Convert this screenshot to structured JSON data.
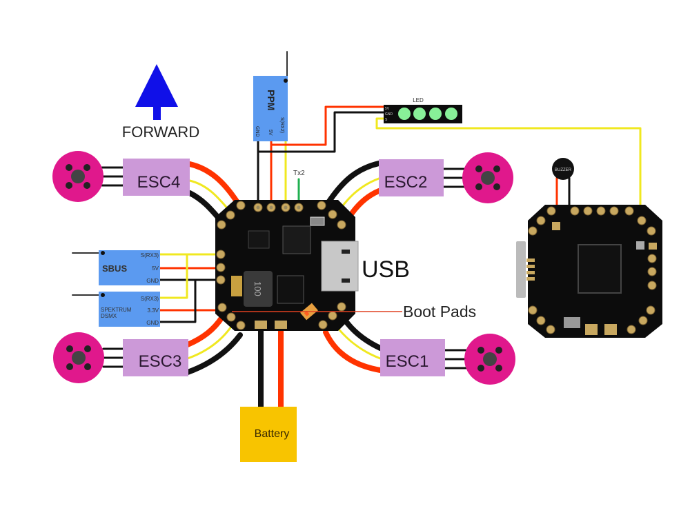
{
  "forward": {
    "label": "FORWARD",
    "arrow_color": "#1010e8"
  },
  "usb": {
    "label": "USB"
  },
  "boot_pads": {
    "label": "Boot Pads"
  },
  "battery": {
    "label": "Battery",
    "color": "#f8c400"
  },
  "tx2": {
    "label": "Tx2"
  },
  "ppm": {
    "title": "PPM",
    "pins": [
      "GND",
      "5V",
      "S(RX2)"
    ]
  },
  "led": {
    "title": "LED",
    "pins": [
      "5V",
      "GND",
      "S"
    ],
    "count": 4,
    "led_color": "#88f098"
  },
  "sbus": {
    "title": "SBUS",
    "pins": [
      "S(RX3)",
      "5V",
      "GND"
    ]
  },
  "spektrum": {
    "title_line1": "SPEKTRUM",
    "title_line2": "DSMX",
    "pins": [
      "S(RX3)",
      "3.3V",
      "GND"
    ]
  },
  "buzzer": {
    "label": "BUZZER"
  },
  "escs": [
    {
      "label": "ESC4"
    },
    {
      "label": "ESC2"
    },
    {
      "label": "ESC3"
    },
    {
      "label": "ESC1"
    }
  ],
  "board": {
    "inductor_label": "100"
  },
  "colors": {
    "motor": "#e0188c",
    "esc": "#cc99d8",
    "receiver": "#5b9af0",
    "wire_red": "#ff3300",
    "wire_yellow": "#f8f020",
    "wire_black": "#111111",
    "wire_green": "#20b050",
    "pcb": "#0c0c0c",
    "pad": "#c8a860"
  }
}
